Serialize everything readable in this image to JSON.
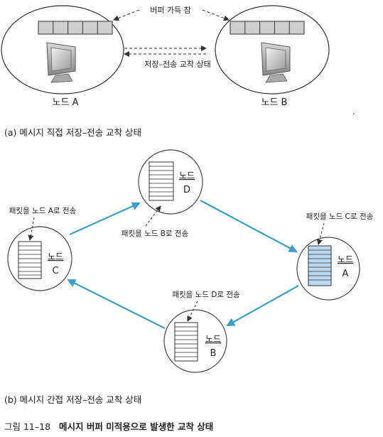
{
  "part_a": {
    "buffer_full_label": "버퍼 가득 참",
    "deadlock_label": "저장–전송 교착 상태",
    "node_left_label": "노드 A",
    "node_right_label": "노드 B",
    "caption": "(a) 메시지 직접 저장–전송 교착 상태"
  },
  "part_b": {
    "node_d": {
      "word": "노드",
      "letter": "D"
    },
    "node_c": {
      "word": "노드",
      "letter": "C"
    },
    "node_a": {
      "word": "노드",
      "letter": "A"
    },
    "node_b": {
      "word": "노드",
      "letter": "B"
    },
    "note_c_to_a": "패킷을 노드 A로 전송",
    "note_d_to_b": "패킷을 노드 B로 전송",
    "note_a_to_c": "패킷을 노드 C로 전송",
    "note_b_to_d": "패킷을 노드 D로 전송",
    "caption": "(b) 메시지 간접 저장–전송 교착 상태",
    "arrow_color": "#3aa0c8",
    "full_buffer_color": "#bcd8ee"
  },
  "figure": {
    "number": "그림 11–18",
    "title": "메시지 버퍼 미적용으로 발생한 교착 상태"
  }
}
